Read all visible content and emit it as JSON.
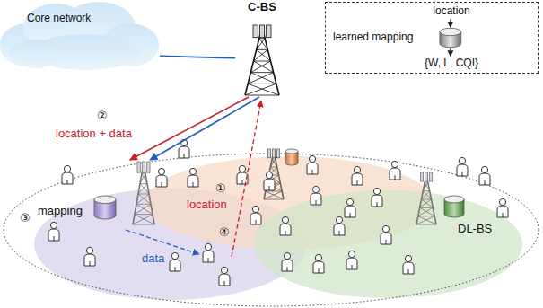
{
  "diagram": {
    "nodes": [
      {
        "text": [
          "Core network"
        ]
      },
      {
        "text": [
          "C-BS"
        ]
      },
      {
        "text": [
          "location",
          "learned mapping",
          "{W, L, CQI}"
        ]
      },
      {
        "text": [
          "mapping"
        ]
      },
      {
        "text": [
          "DL-BS"
        ]
      }
    ],
    "edges": [
      {
        "from": 0,
        "to": 1,
        "arrow": "none"
      },
      {
        "from": 1,
        "to": 3,
        "arrow": "to"
      },
      {
        "from": 1,
        "to": 3,
        "arrow": "to"
      }
    ],
    "labels": [
      "②",
      "location + data",
      "①",
      "location",
      "③",
      "④",
      "data"
    ]
  }
}
